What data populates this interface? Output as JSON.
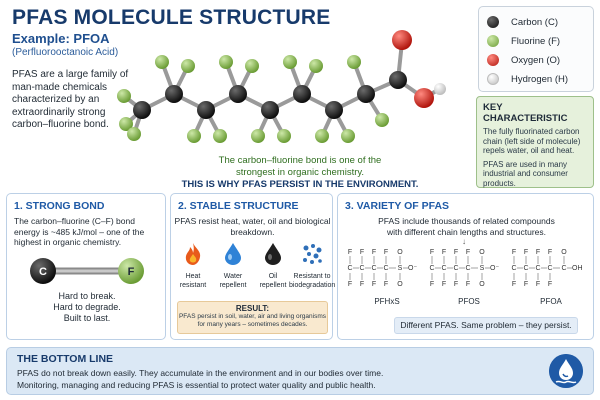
{
  "header": {
    "title": "PFAS MOLECULE STRUCTURE",
    "example": "Example: PFOA",
    "example_sub": "(Perfluorooctanoic Acid)",
    "intro": "PFAS are a large family of man-made chemicals characterized by an extraordinarily strong carbon–fluorine bond."
  },
  "molecule": {
    "carbon_note_1": "The carbon–fluorine bond is one of the",
    "carbon_note_2": "strongest in organic chemistry.",
    "persist_note": "THIS IS WHY PFAS PERSIST IN THE ENVIRONMENT."
  },
  "legend": {
    "items": [
      {
        "label": "Carbon (C)",
        "color": "#1a1a1a"
      },
      {
        "label": "Fluorine (F)",
        "color": "#8cc152"
      },
      {
        "label": "Oxygen (O)",
        "color": "#d9261c"
      },
      {
        "label": "Hydrogen (H)",
        "color": "#eeeeee"
      }
    ]
  },
  "key_characteristic": {
    "title": "KEY CHARACTERISTIC",
    "text_1": "The fully fluorinated carbon chain (left side of molecule) repels water, oil and heat.",
    "text_2": "PFAS are used in many industrial and consumer products."
  },
  "panel_strong_bond": {
    "title": "1. STRONG BOND",
    "text": "The carbon–fluorine (C–F) bond energy is ~485 kJ/mol – one of the highest in organic chemistry.",
    "atom_c": "C",
    "atom_f": "F",
    "outcome_1": "Hard to break.",
    "outcome_2": "Hard to degrade.",
    "outcome_3": "Built to last."
  },
  "panel_stable": {
    "title": "2. STABLE STRUCTURE",
    "text": "PFAS resist heat, water, oil and biological breakdown.",
    "props": [
      {
        "label_1": "Heat",
        "label_2": "resistant",
        "icon": "flame-icon"
      },
      {
        "label_1": "Water",
        "label_2": "repellent",
        "icon": "water-drop-icon"
      },
      {
        "label_1": "Oil",
        "label_2": "repellent",
        "icon": "oil-drop-icon"
      },
      {
        "label_1": "Resistant to",
        "label_2": "biodegradation",
        "icon": "microbes-icon"
      }
    ],
    "result_title": "RESULT:",
    "result_text_1": "PFAS persist in soil, water, air and living organisms",
    "result_text_2": "for many years – sometimes decades."
  },
  "panel_variety": {
    "title": "3. VARIETY OF PFAS",
    "text_1": "PFAS include thousands of related compounds",
    "text_2": "with different chain lengths and structures.",
    "arrow": "↓",
    "structures": [
      {
        "name": "PFHxS",
        "tail": "S",
        "end": "O⁻"
      },
      {
        "name": "PFOS",
        "tail": "S",
        "end": "O⁻"
      },
      {
        "name": "PFOA",
        "tail": "C",
        "end": "OH"
      }
    ],
    "formula_f": "F",
    "formula_c": "C",
    "formula_o": "O",
    "banner": "Different PFAS. Same problem – they persist."
  },
  "bottom_line": {
    "title": "THE BOTTOM LINE",
    "line_1": "PFAS do not break down easily. They accumulate in the environment and in our bodies over time.",
    "line_2": "Monitoring, managing and reducing PFAS is essential to protect water quality and public health."
  }
}
